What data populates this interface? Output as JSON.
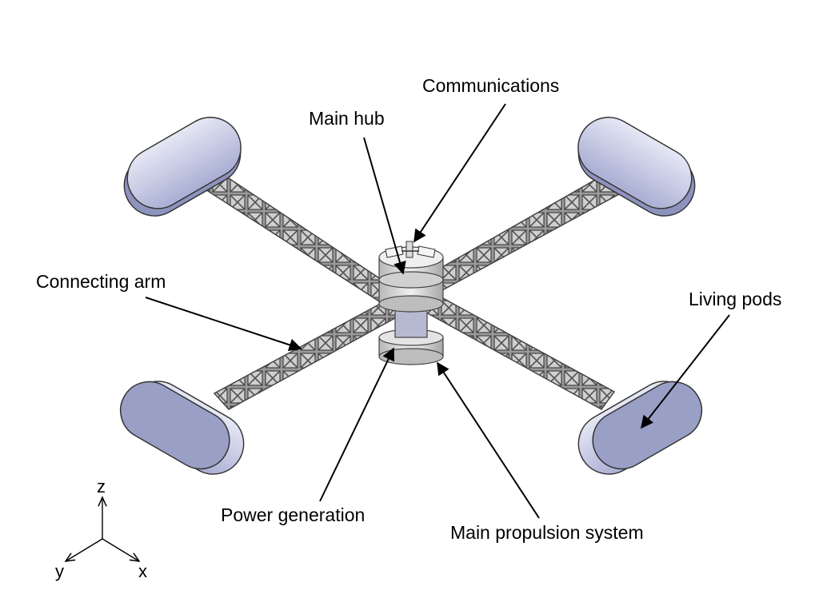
{
  "labels": {
    "communications": "Communications",
    "main_hub": "Main hub",
    "connecting_arm": "Connecting arm",
    "living_pods": "Living pods",
    "power_generation": "Power generation",
    "main_propulsion": "Main propulsion system"
  },
  "axes": {
    "z": "z",
    "y": "y",
    "x": "x"
  },
  "colors": {
    "pod_fill": "#b9bdd9",
    "pod_face": "#9a9fc6",
    "truss": "#8c8c8c",
    "hub": "#d8d8d8"
  }
}
